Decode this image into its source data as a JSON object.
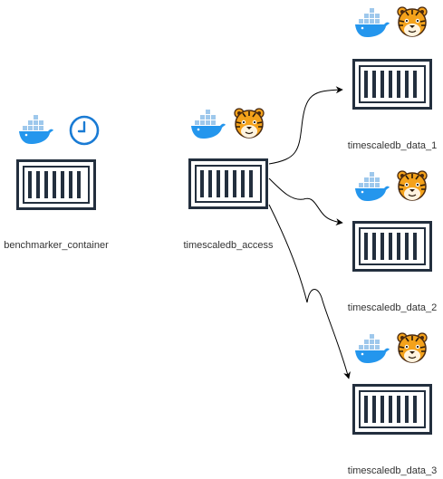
{
  "diagram": {
    "nodes": {
      "benchmarker": {
        "label": "benchmarker_container",
        "icons": [
          "docker-icon",
          "clock-icon"
        ]
      },
      "access": {
        "label": "timescaledb_access",
        "icons": [
          "docker-icon",
          "tiger-icon"
        ]
      },
      "data_1": {
        "label": "timescaledb_data_1",
        "icons": [
          "docker-icon",
          "tiger-icon"
        ]
      },
      "data_2": {
        "label": "timescaledb_data_2",
        "icons": [
          "docker-icon",
          "tiger-icon"
        ]
      },
      "data_3": {
        "label": "timescaledb_data_3",
        "icons": [
          "docker-icon",
          "tiger-icon"
        ]
      }
    },
    "edges": [
      {
        "from": "timescaledb_access",
        "to": "timescaledb_data_1"
      },
      {
        "from": "timescaledb_access",
        "to": "timescaledb_data_2"
      },
      {
        "from": "timescaledb_access",
        "to": "timescaledb_data_3"
      }
    ],
    "colors": {
      "container_stroke": "#232f3e",
      "docker_blue": "#2496ed",
      "clock_blue": "#1a7bd4",
      "tiger_orange": "#f4a21b",
      "edge": "#000000"
    }
  }
}
